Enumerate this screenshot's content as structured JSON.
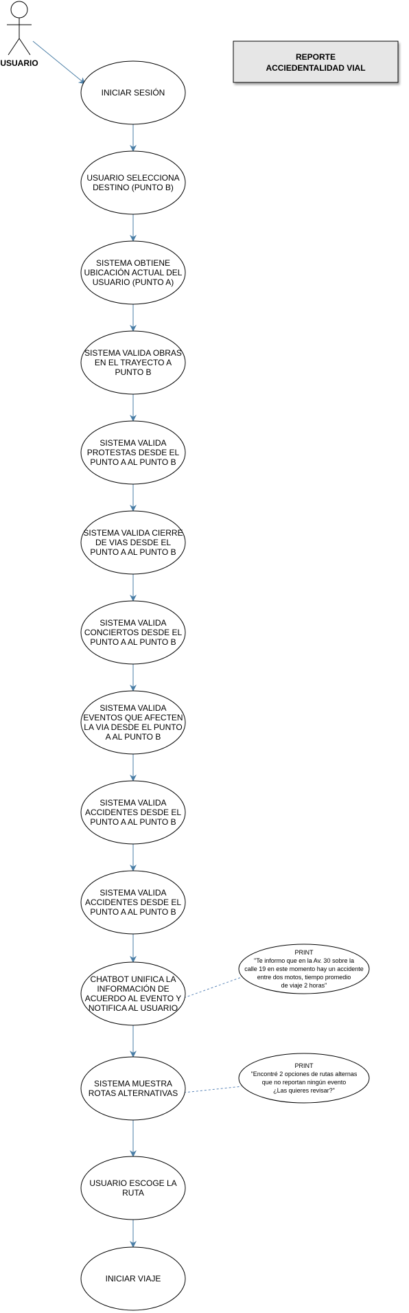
{
  "title": [
    "REPORTE",
    "ACCIEDENTALIDAD VIAL"
  ],
  "actor": {
    "label": "USUARIO"
  },
  "colors": {
    "arrow": "#4a7ea6",
    "note_border": "#5b86b8",
    "title_bg": "#e6e6e6"
  },
  "steps": [
    {
      "lines": [
        "INICIAR SESIÓN"
      ]
    },
    {
      "lines": [
        "USUARIO SELECCIONA",
        "DESTINO (PUNTO B)"
      ]
    },
    {
      "lines": [
        "SISTEMA OBTIENE",
        "UBICACIÓN ACTUAL DEL",
        "USUARIO (PUNTO A)"
      ]
    },
    {
      "lines": [
        "SISTEMA VALIDA OBRAS",
        "EN EL TRAYECTO A",
        "PUNTO B"
      ]
    },
    {
      "lines": [
        "SISTEMA VALIDA",
        "PROTESTAS DESDE EL",
        "PUNTO A  AL PUNTO B"
      ]
    },
    {
      "lines": [
        "SISTEMA VALIDA CIERRE",
        "DE VIAS DESDE EL",
        "PUNTO A  AL PUNTO B"
      ]
    },
    {
      "lines": [
        "SISTEMA VALIDA",
        "CONCIERTOS DESDE EL",
        "PUNTO A  AL PUNTO B"
      ]
    },
    {
      "lines": [
        "SISTEMA VALIDA",
        "EVENTOS QUE AFECTEN",
        "LA VIA DESDE EL PUNTO",
        "A  AL PUNTO B"
      ]
    },
    {
      "lines": [
        "SISTEMA VALIDA",
        "ACCIDENTES DESDE EL",
        "PUNTO A  AL PUNTO B"
      ]
    },
    {
      "lines": [
        "SISTEMA VALIDA",
        "ACCIDENTES DESDE EL",
        "PUNTO A  AL PUNTO B"
      ]
    },
    {
      "lines": [
        "CHATBOT UNIFICA LA",
        "INFORMACIÓN DE",
        "ACUERDO AL EVENTO Y",
        "NOTIFICA AL USUARIO"
      ]
    },
    {
      "lines": [
        "SISTEMA MUESTRA",
        "ROTAS  ALTERNATIVAS"
      ]
    },
    {
      "lines": [
        "USUARIO ESCOGE LA",
        "RUTA"
      ]
    },
    {
      "lines": [
        "INICIAR VIAJE"
      ]
    }
  ],
  "notes": [
    {
      "attached_step": 10,
      "lines": [
        "PRINT",
        "\"Te informo que en la Av. 30 sobre la",
        "calle 19  en este momento hay un accidente",
        "entre dos motos, tiempo promedio",
        "de viaje 2 horas\""
      ]
    },
    {
      "attached_step": 11,
      "lines": [
        "PRINT",
        "\"Encontré 2 opciones de rutas alternas",
        "que no reportan ningún evento",
        "¿Las quieres revisar?\""
      ]
    }
  ]
}
